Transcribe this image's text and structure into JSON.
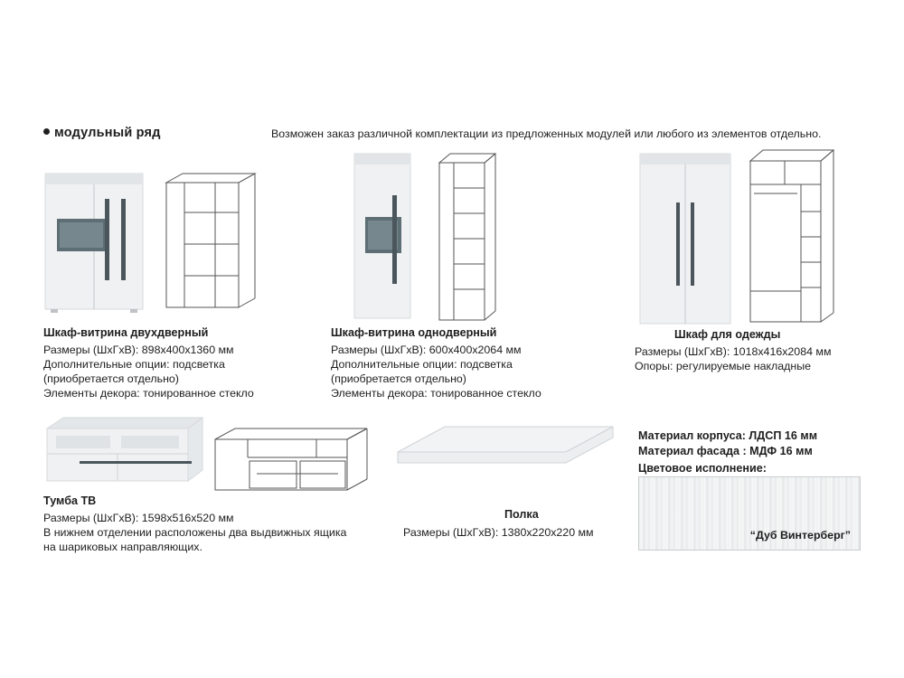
{
  "header": {
    "title": "модульный ряд",
    "note": "Возможен заказ различной комплектации из предложенных модулей или любого из элементов отдельно."
  },
  "items": [
    {
      "title": "Шкаф-витрина двухдверный",
      "lines": [
        "Размеры (ШхГхВ): 898х400х1360 мм",
        "Дополнительные опции: подсветка",
        "(приобретается отдельно)",
        "Элементы декора: тонированное стекло"
      ]
    },
    {
      "title": "Шкаф-витрина однодверный",
      "lines": [
        "Размеры (ШхГхВ): 600х400х2064 мм",
        "Дополнительные опции: подсветка",
        "(приобретается отдельно)",
        "Элементы декора: тонированное стекло"
      ]
    },
    {
      "title": "Шкаф для одежды",
      "lines": [
        "Размеры (ШхГхВ): 1018х416х2084 мм",
        "Опоры: регулируемые накладные"
      ]
    },
    {
      "title": "Тумба ТВ",
      "lines": [
        "Размеры (ШхГхВ): 1598х516х520 мм",
        "В нижнем отделении расположены два выдвижных ящика",
        "на шариковых направляющих."
      ]
    },
    {
      "title": "Полка",
      "lines": [
        "Размеры (ШхГхВ): 1380х220х220 мм"
      ]
    }
  ],
  "materials": {
    "body": "Материал корпуса: ЛДСП 16 мм",
    "facade": "Материал фасада : МДФ 16 мм",
    "color_title": "Цветовое исполнение:",
    "color_name": "“Дуб Винтерберг”"
  },
  "colors": {
    "furniture_white": "#f2f3f4",
    "furniture_edge": "#d9dcde",
    "glass": "#5d6e75",
    "handle": "#4a565c",
    "line": "#555555"
  }
}
